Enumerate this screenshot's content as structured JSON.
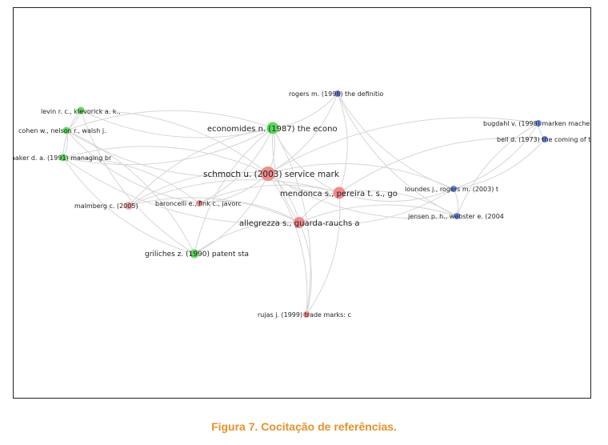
{
  "colors": {
    "cluster_green": "#4cd64c",
    "cluster_red": "#f08080",
    "cluster_blue": "#5a78e0",
    "edge": "#d6d6d6",
    "caption": "#e8912a"
  },
  "nodes": [
    {
      "id": "schmoch",
      "label": "schmoch u. (2003) service mark",
      "cluster": "red",
      "weight": "large"
    },
    {
      "id": "mendonca",
      "label": "mendonca s., pereira t. s., go",
      "cluster": "red",
      "weight": "medium"
    },
    {
      "id": "allegrezza",
      "label": "allegrezza s., guarda-rauchs a",
      "cluster": "red",
      "weight": "medium"
    },
    {
      "id": "economides",
      "label": "economides n. (1987) the econo",
      "cluster": "green",
      "weight": "medium"
    },
    {
      "id": "baroncelli",
      "label": "baroncelli e., fink c., javorc",
      "cluster": "red",
      "weight": "small"
    },
    {
      "id": "malmberg",
      "label": "malmberg c. (2005)",
      "cluster": "red",
      "weight": "small",
      "faded": true
    },
    {
      "id": "rujas",
      "label": "rujas j. (1999) trade marks: c",
      "cluster": "red",
      "weight": "small"
    },
    {
      "id": "levin",
      "label": "levin r. c., klevorick a. k.,",
      "cluster": "green",
      "weight": "small"
    },
    {
      "id": "cohen",
      "label": "cohen w., nelson r., walsh j.",
      "cluster": "green",
      "weight": "small"
    },
    {
      "id": "aaker",
      "label": "aaker d. a. (1991) managing br",
      "cluster": "green",
      "weight": "small"
    },
    {
      "id": "griliches",
      "label": "griliches z. (1990) patent sta",
      "cluster": "green",
      "weight": "small"
    },
    {
      "id": "rogers",
      "label": "rogers m. (1998) the definitio",
      "cluster": "blue",
      "weight": "small"
    },
    {
      "id": "bugdahl",
      "label": "bugdahl v. (1998) marken mache",
      "cluster": "blue",
      "weight": "small"
    },
    {
      "id": "bell",
      "label": "bell d. (1973) the coming of t",
      "cluster": "blue",
      "weight": "small"
    },
    {
      "id": "loundes",
      "label": "loundes j., rogers m. (2003) t",
      "cluster": "blue",
      "weight": "small"
    },
    {
      "id": "jensen",
      "label": "jensen p. h., webster e. (2004",
      "cluster": "blue",
      "weight": "small"
    }
  ],
  "edges": [
    [
      "schmoch",
      "mendonca"
    ],
    [
      "schmoch",
      "allegrezza"
    ],
    [
      "schmoch",
      "economides"
    ],
    [
      "schmoch",
      "baroncelli"
    ],
    [
      "schmoch",
      "malmberg"
    ],
    [
      "schmoch",
      "rujas"
    ],
    [
      "schmoch",
      "levin"
    ],
    [
      "schmoch",
      "cohen"
    ],
    [
      "schmoch",
      "aaker"
    ],
    [
      "schmoch",
      "griliches"
    ],
    [
      "schmoch",
      "rogers"
    ],
    [
      "schmoch",
      "loundes"
    ],
    [
      "schmoch",
      "jensen"
    ],
    [
      "schmoch",
      "bugdahl"
    ],
    [
      "mendonca",
      "allegrezza"
    ],
    [
      "mendonca",
      "economides"
    ],
    [
      "mendonca",
      "loundes"
    ],
    [
      "mendonca",
      "jensen"
    ],
    [
      "mendonca",
      "rogers"
    ],
    [
      "mendonca",
      "rujas"
    ],
    [
      "mendonca",
      "baroncelli"
    ],
    [
      "mendonca",
      "bell"
    ],
    [
      "mendonca",
      "malmberg"
    ],
    [
      "allegrezza",
      "economides"
    ],
    [
      "allegrezza",
      "baroncelli"
    ],
    [
      "allegrezza",
      "rujas"
    ],
    [
      "allegrezza",
      "loundes"
    ],
    [
      "allegrezza",
      "jensen"
    ],
    [
      "allegrezza",
      "griliches"
    ],
    [
      "allegrezza",
      "aaker"
    ],
    [
      "allegrezza",
      "malmberg"
    ],
    [
      "economides",
      "levin"
    ],
    [
      "economides",
      "cohen"
    ],
    [
      "economides",
      "aaker"
    ],
    [
      "economides",
      "griliches"
    ],
    [
      "economides",
      "baroncelli"
    ],
    [
      "economides",
      "rogers"
    ],
    [
      "economides",
      "rujas"
    ],
    [
      "economides",
      "malmberg"
    ],
    [
      "levin",
      "cohen"
    ],
    [
      "levin",
      "aaker"
    ],
    [
      "cohen",
      "aaker"
    ],
    [
      "levin",
      "griliches"
    ],
    [
      "cohen",
      "griliches"
    ],
    [
      "aaker",
      "griliches"
    ],
    [
      "aaker",
      "baroncelli"
    ],
    [
      "cohen",
      "baroncelli"
    ],
    [
      "loundes",
      "jensen"
    ],
    [
      "loundes",
      "bugdahl"
    ],
    [
      "jensen",
      "bugdahl"
    ],
    [
      "bugdahl",
      "bell"
    ],
    [
      "loundes",
      "rogers"
    ],
    [
      "rogers",
      "jensen"
    ],
    [
      "bell",
      "loundes"
    ]
  ],
  "caption": "Figura 7. Cocitação de referências."
}
